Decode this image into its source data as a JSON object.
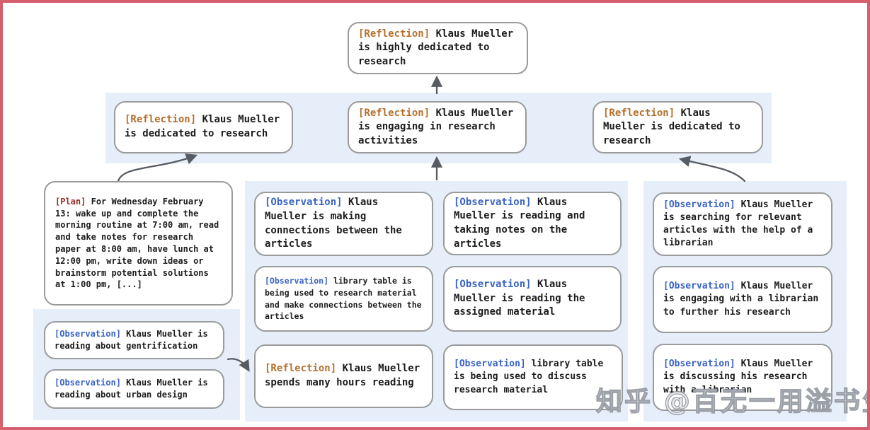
{
  "nodes": {
    "root": {
      "tag": "[Reflection]",
      "text": "Klaus Mueller is highly dedicated to research"
    },
    "level2": [
      {
        "tag": "[Reflection]",
        "text": "Klaus Mueller is dedicated to research"
      },
      {
        "tag": "[Reflection]",
        "text": "Klaus Mueller is engaging in research activities"
      },
      {
        "tag": "[Reflection]",
        "text": "Klaus Mueller is dedicated to research"
      }
    ],
    "plan": {
      "tag": "[Plan]",
      "text": "For Wednesday February 13: wake up and complete the morning routine at 7:00 am, read and take notes for research paper at 8:00 am, have lunch at 12:00 pm, write down ideas or brainstorm potential solutions at 1:00 pm, [...]"
    },
    "left_column": [
      {
        "tag": "[Observation]",
        "text": "Klaus Mueller is reading about gentrification"
      },
      {
        "tag": "[Observation]",
        "text": "Klaus Mueller is reading about urban design"
      }
    ],
    "middle_column": [
      {
        "tag": "[Observation]",
        "text": "Klaus Mueller is making connections between the articles"
      },
      {
        "tag": "[Observation]",
        "text": "library table is being used to research material and make connections between the articles"
      },
      {
        "tag": "[Reflection]",
        "text": "Klaus Mueller spends many hours reading"
      }
    ],
    "middle_right_column": [
      {
        "tag": "[Observation]",
        "text": "Klaus Mueller is reading and taking notes on the articles"
      },
      {
        "tag": "[Observation]",
        "text": "Klaus Mueller is reading the assigned material"
      },
      {
        "tag": "[Observation]",
        "text": "library table is being used to discuss research material"
      }
    ],
    "right_column": [
      {
        "tag": "[Observation]",
        "text": "Klaus Mueller is searching for relevant articles with the help of a librarian"
      },
      {
        "tag": "[Observation]",
        "text": "Klaus Mueller is engaging with a librarian to further his research"
      },
      {
        "tag": "[Observation]",
        "text": "Klaus Mueller is discussing his research with a librarian"
      }
    ]
  },
  "watermark": "知乎 @百无一用溢书生",
  "colors": {
    "frame": "#d65f6e",
    "band": "#e6eefa",
    "node_border": "#9b9b9b",
    "reflection_tag": "#b4702d",
    "observation_tag": "#3a63c6",
    "plan_tag": "#9b2a24",
    "arrow": "#575c63"
  }
}
